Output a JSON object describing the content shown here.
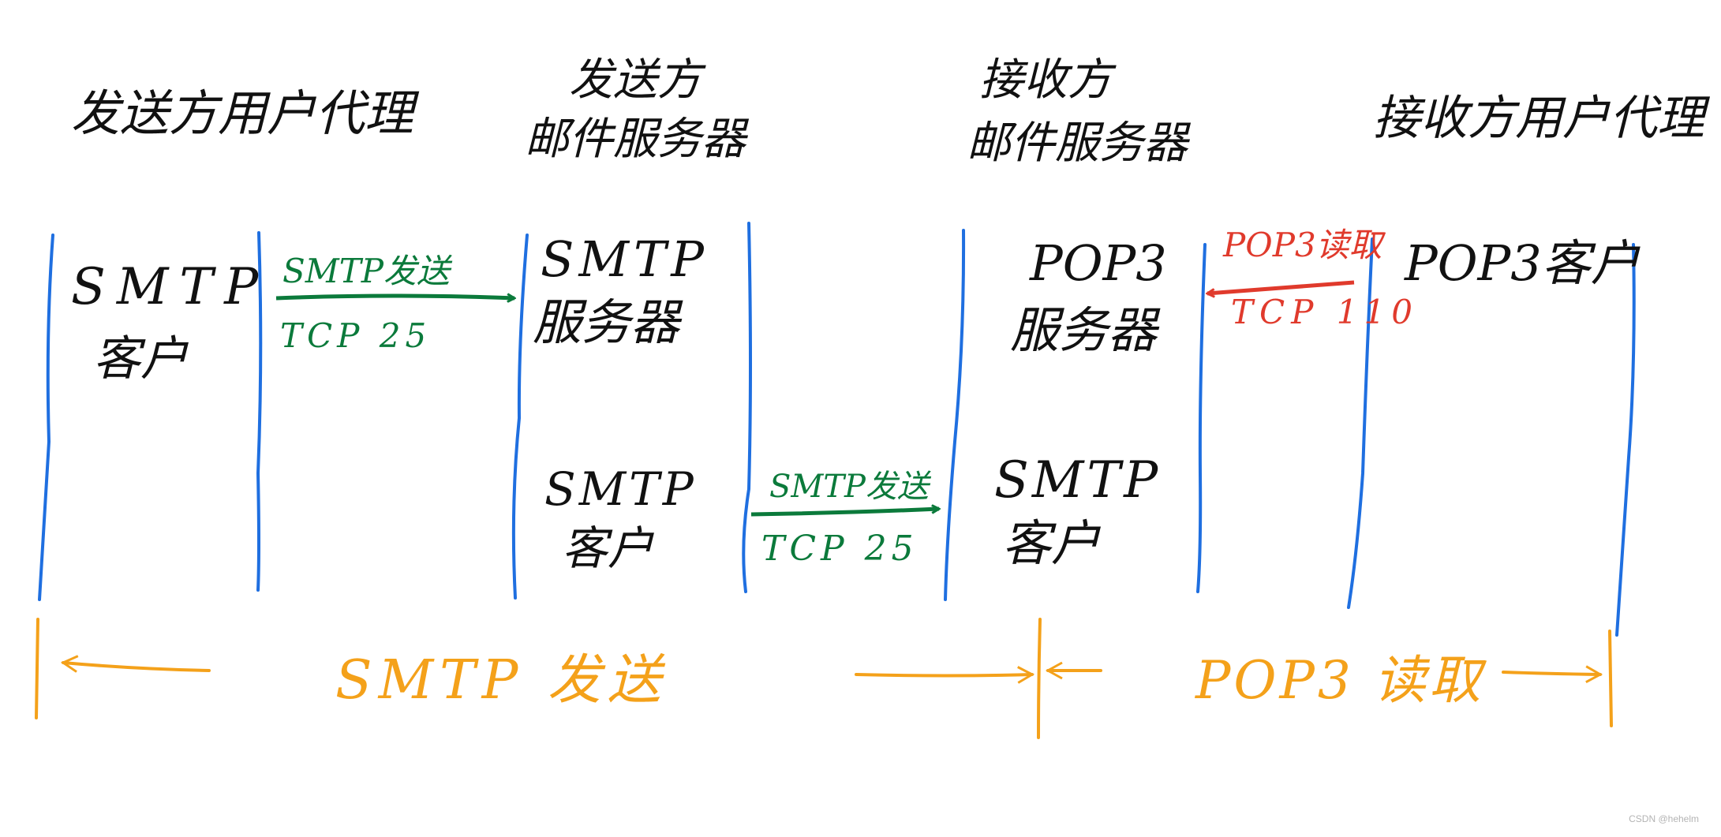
{
  "headers": {
    "sender_agent": "发送方用户代理",
    "sender_server_line1": "发送方",
    "sender_server_line2": "邮件服务器",
    "receiver_server_line1": "接收方",
    "receiver_server_line2": "邮件服务器",
    "receiver_agent": "接收方用户代理"
  },
  "boxes": {
    "smtp_client_1_line1": "SMTP",
    "smtp_client_1_line2": "客户",
    "smtp_server_line1": "SMTP",
    "smtp_server_line2": "服务器",
    "smtp_client_2_line1": "SMTP",
    "smtp_client_2_line2": "客户",
    "pop3_server_line1": "POP3",
    "pop3_server_line2": "服务器",
    "smtp_client_3_line1": "SMTP",
    "smtp_client_3_line2": "客户",
    "pop3_client": "POP3客户"
  },
  "arrows": {
    "send_1_label": "SMTP发送",
    "send_1_port": "TCP 25",
    "send_2_label": "SMTP发送",
    "send_2_port": "TCP 25",
    "read_label": "POP3读取",
    "read_port": "TCP 110"
  },
  "phases": {
    "smtp_send": "SMTP 发送",
    "pop3_read": "POP3 读取"
  },
  "colors": {
    "divider": "#1f6fe0",
    "ink": "#111111",
    "smtp_arrow": "#0b7a3b",
    "pop3_arrow": "#e03a2c",
    "phase": "#f4a11a"
  },
  "watermark": "CSDN @hehelm"
}
